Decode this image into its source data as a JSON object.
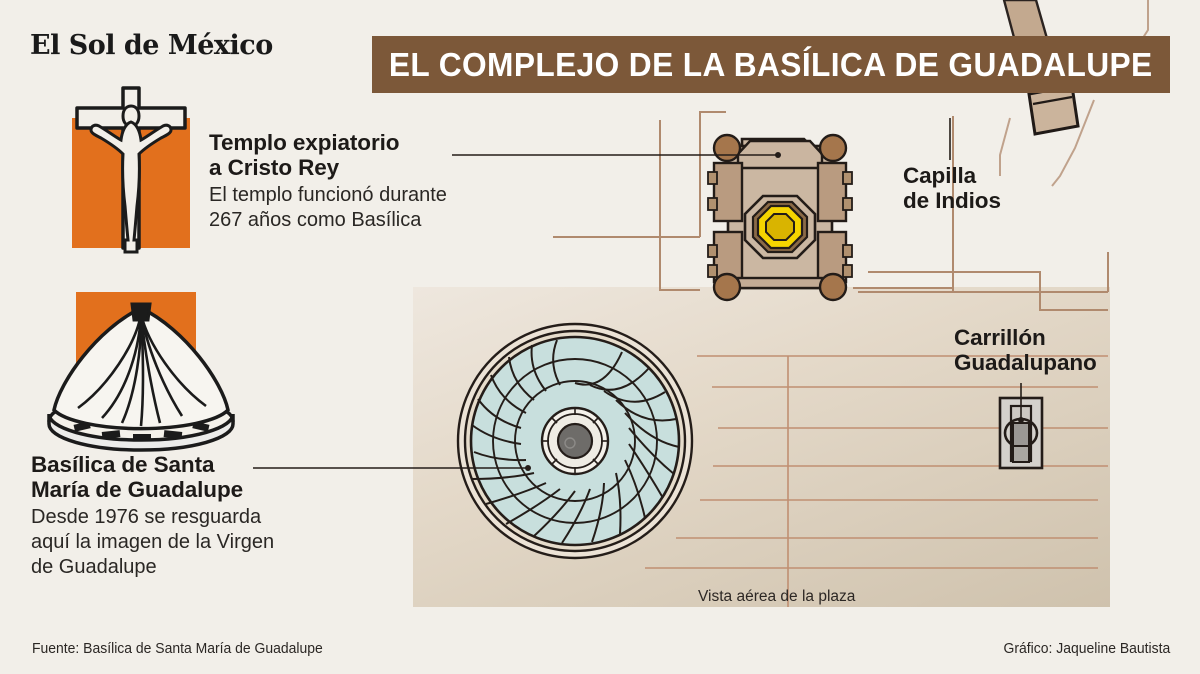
{
  "masthead": {
    "text": "El Sol de México"
  },
  "header": {
    "title": "EL COMPLEJO DE LA BASÍLICA DE GUADALUPE"
  },
  "colors": {
    "banner_brown": "#7c5839",
    "accent_orange": "#e2701d",
    "plaza_tan": "#e4d9c9",
    "dome_teal": "#c8dfdd",
    "building_tan": "#c3a98f",
    "dome_gold": "#f5d400",
    "line_brown": "#b08a6e",
    "ink": "#1d1a18",
    "page_bg": "#f2efe9"
  },
  "labels": {
    "templo": {
      "heading_line1": "Templo expiatorio",
      "heading_line2": "a Cristo Rey",
      "body_line1": "El templo funcionó durante",
      "body_line2": "267 años como Basílica",
      "icon": "crucifix-icon"
    },
    "basilica": {
      "heading_line1": "Basílica de Santa",
      "heading_line2": "María de Guadalupe",
      "body_line1": "Desde 1976 se resguarda",
      "body_line2": "aquí la imagen de la Virgen",
      "body_line3": "de Guadalupe",
      "icon": "conical-roof-icon"
    },
    "capilla": {
      "heading_line1": "Capilla",
      "heading_line2": "de Indios"
    },
    "carrillon": {
      "heading_line1": "Carrillón",
      "heading_line2": "Guadalupano"
    }
  },
  "map": {
    "caption": "Vista aérea de la plaza",
    "features": [
      {
        "name": "templo-expiatorio-plan",
        "type": "building-plan"
      },
      {
        "name": "basilica-dome-plan",
        "type": "dome-plan"
      },
      {
        "name": "capilla-de-indios-plan",
        "type": "diagonal-building"
      },
      {
        "name": "carrillon-plan",
        "type": "tower-plan"
      }
    ]
  },
  "footer": {
    "source": "Fuente: Basílica de Santa María de Guadalupe",
    "credit": "Gráfico: Jaqueline Bautista"
  }
}
